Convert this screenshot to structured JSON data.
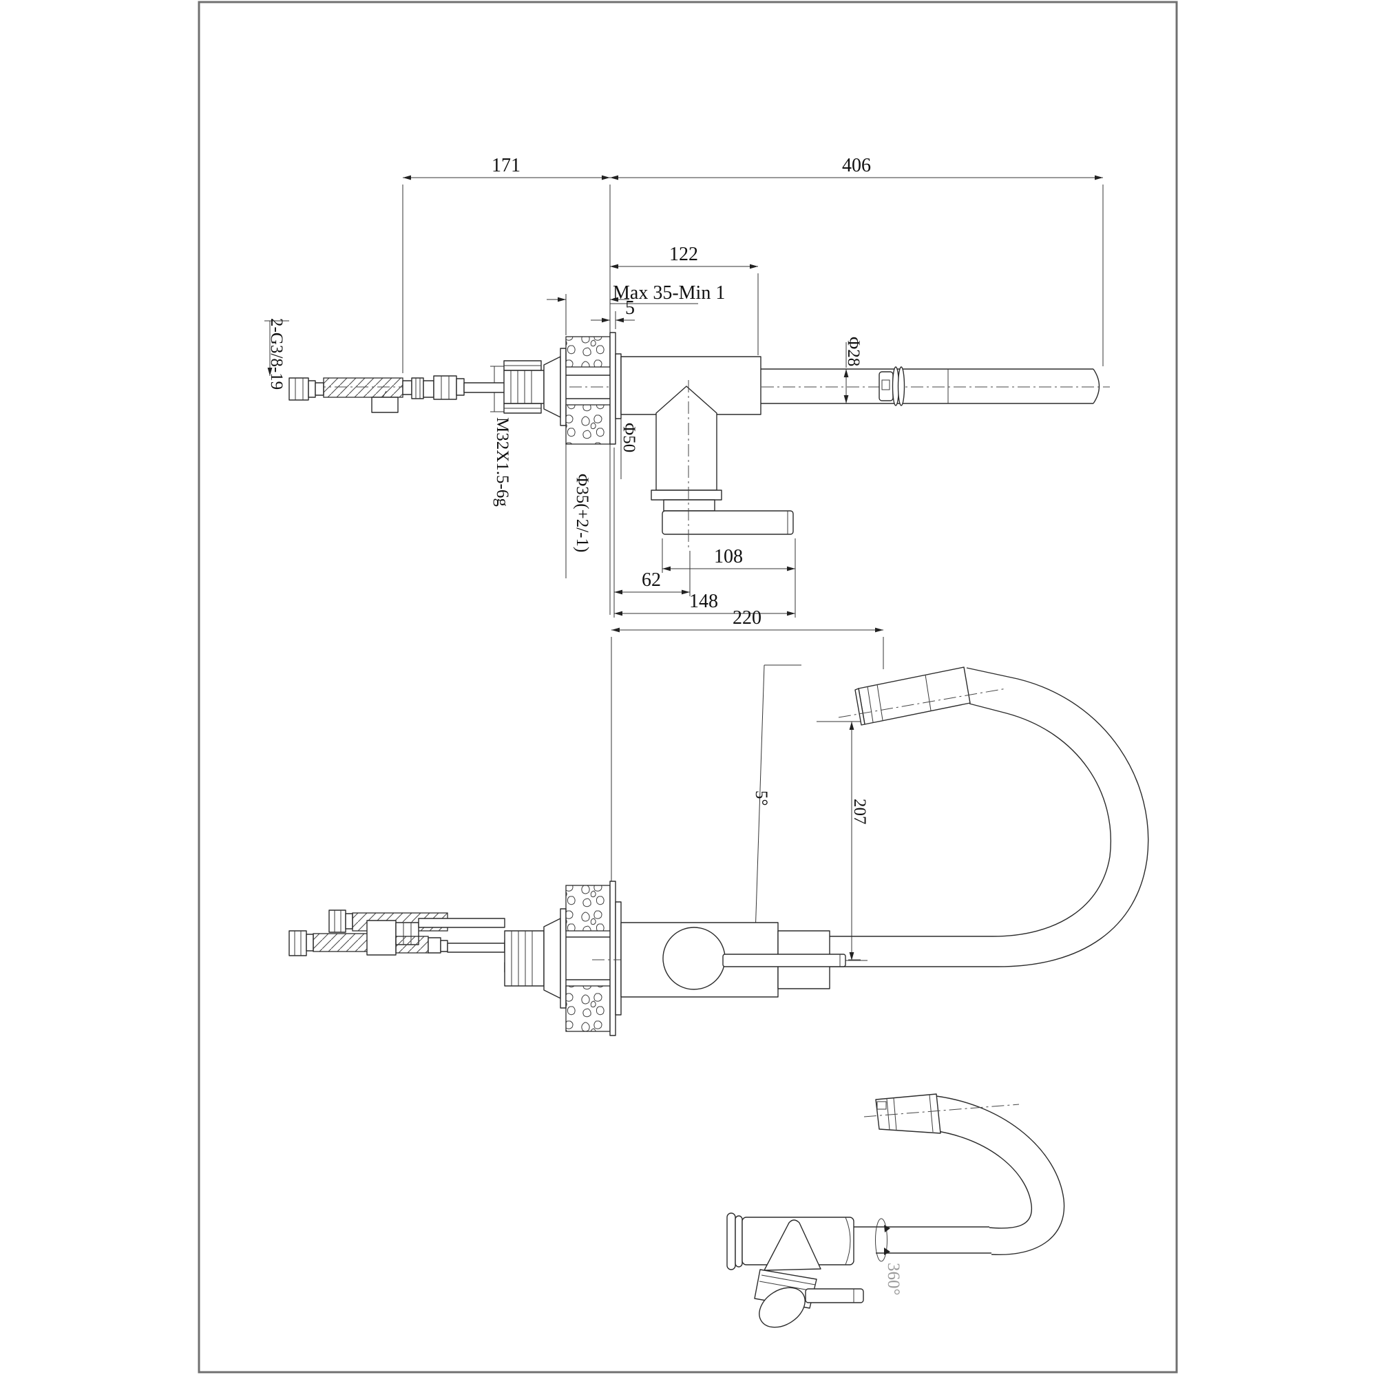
{
  "drawing": {
    "type": "faucet-technical-drawing",
    "colors": {
      "background": "#ffffff",
      "line": "#2b2b2b",
      "dimension_text": "#111111",
      "rotation_label_gray": "#9b9b9b",
      "frame": "#707070"
    },
    "side_view": {
      "dim_171": "171",
      "dim_406": "406",
      "dim_122": "122",
      "max_min": "Max 35-Min 1",
      "dim_5": "5",
      "dia_28": "Φ28",
      "dia_50": "Φ50",
      "dia_35": "Φ35(+2/-1)",
      "thread_spec": "M32X1.5-6g",
      "hose_thread": "2-G3/8-19",
      "dim_108": "108",
      "dim_62": "62",
      "dim_148": "148"
    },
    "front_view": {
      "dim_220": "220",
      "angle_5": "5°",
      "dim_207": "207"
    },
    "rotation_view": {
      "rotation": "360°"
    }
  }
}
